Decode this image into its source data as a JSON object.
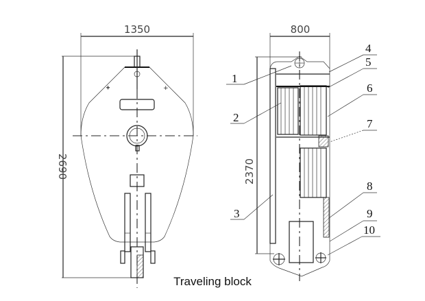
{
  "caption": "Traveling block",
  "front_view": {
    "width_dim": "1350",
    "height_dim": "2690"
  },
  "side_view": {
    "width_dim": "800",
    "height_dim": "2370"
  },
  "part_labels": [
    "1",
    "2",
    "3",
    "4",
    "5",
    "6",
    "7",
    "8",
    "9",
    "10"
  ]
}
